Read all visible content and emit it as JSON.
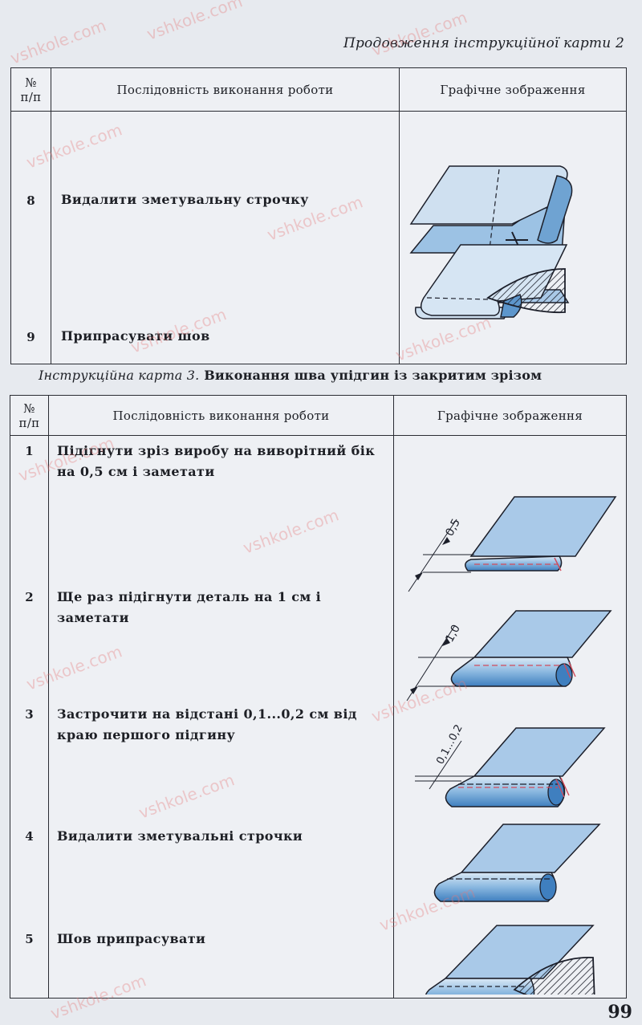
{
  "heading_continuation": "Продовження інструкційної карти 2",
  "headers": {
    "num": "№ п/п",
    "sequence": "Послідовність виконання роботи",
    "image": "Графічне зображення"
  },
  "card2_rows": [
    {
      "num": "8",
      "text": "Видалити зметувальну строчку"
    },
    {
      "num": "9",
      "text": "Припрасувати шов"
    }
  ],
  "card3_title_label": "Інструкційна карта 3.",
  "card3_title_text": "Виконання шва упідгин із закритим зрізом",
  "card3_rows": [
    {
      "num": "1",
      "text": "Підігнути зріз виробу на виворітний бік на 0,5 см і заметати"
    },
    {
      "num": "2",
      "text": "Ще раз підігнути деталь на 1 см і заметати"
    },
    {
      "num": "3",
      "text": "Застрочити на відстані 0,1...0,2 см від краю першого підгину"
    },
    {
      "num": "4",
      "text": "Видалити зметувальні строчки"
    },
    {
      "num": "5",
      "text": "Шов припрасувати"
    }
  ],
  "dimension_labels": {
    "fold1": "0,5",
    "fold2": "1,0",
    "stitch": "0,1...0,2"
  },
  "watermark_text": "vshkole.com",
  "page_number": "99"
}
